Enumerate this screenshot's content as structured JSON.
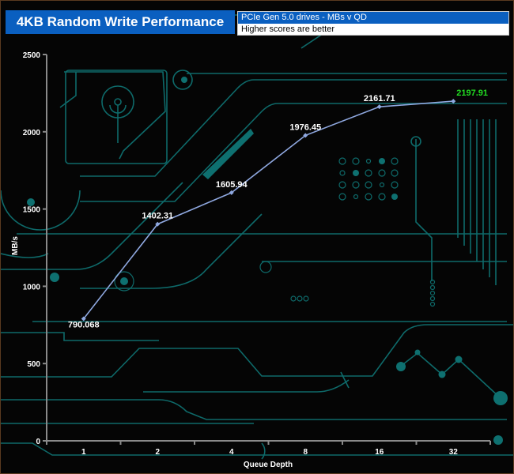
{
  "header": {
    "title": "4KB Random Write Performance",
    "subtitle": "PCIe Gen 5.0 drives - MBs v QD",
    "note": "Higher scores are better"
  },
  "colors": {
    "title_bg": "#0a5fc0",
    "line": "#8fa8e0",
    "last_label": "#22dd22",
    "circuit": "#0e6a6a",
    "axis": "#8a8a8a"
  },
  "chart_data": {
    "type": "line",
    "title": "4KB Random Write Performance",
    "subtitle": "PCIe Gen 5.0 drives - MBs v QD",
    "xlabel": "Queue Depth",
    "ylabel": "MB/s",
    "categories": [
      "1",
      "2",
      "4",
      "8",
      "16",
      "32"
    ],
    "series": [
      {
        "name": "MB/s",
        "values": [
          790.068,
          1402.31,
          1605.94,
          1976.45,
          2161.71,
          2197.91
        ]
      }
    ],
    "data_labels": [
      "790.068",
      "1402.31",
      "1605.94",
      "1976.45",
      "2161.71",
      "2197.91"
    ],
    "ylim": [
      0,
      2500
    ],
    "yticks": [
      0,
      500,
      1000,
      1500,
      2000,
      2500
    ],
    "grid": false,
    "legend": "none"
  }
}
